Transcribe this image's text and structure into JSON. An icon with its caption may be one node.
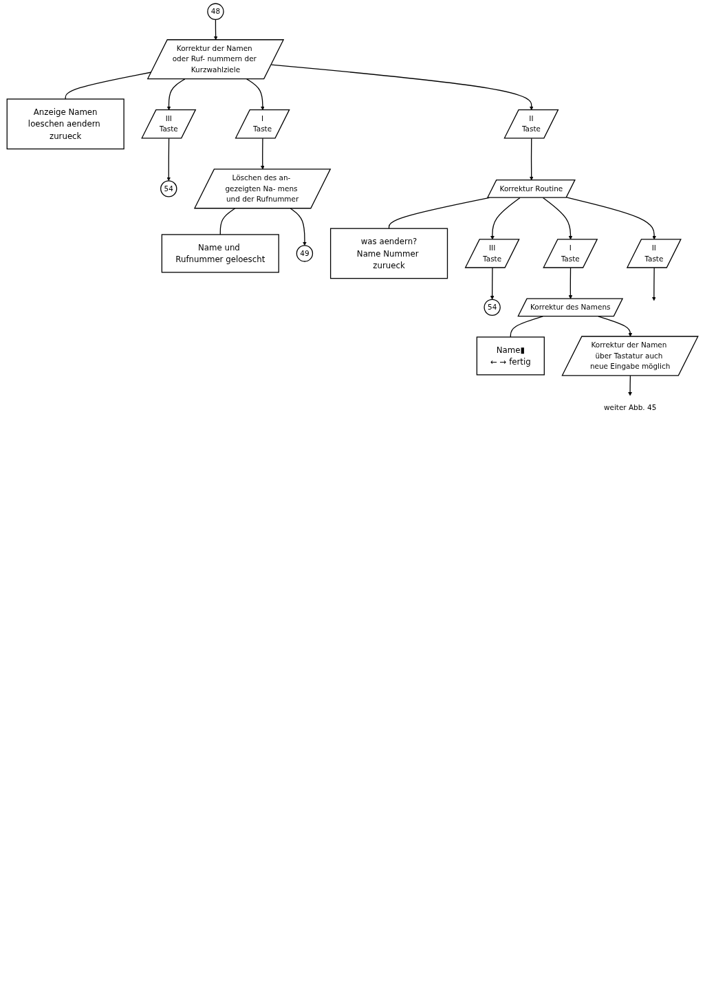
{
  "diagram": {
    "nodes": [
      {
        "text": [
          "48"
        ]
      },
      {
        "text": [
          "Korrektur der Namen oder Ruf- nummern der Kurzwahlziele"
        ]
      },
      {
        "text": [
          "Anzeige Namen",
          "loeschen aendern zurueck"
        ]
      },
      {
        "text": [
          "I",
          "Taste"
        ]
      },
      {
        "text": [
          "II",
          "Taste"
        ]
      },
      {
        "text": [
          "III",
          "Taste"
        ]
      },
      {
        "text": [
          "54"
        ]
      },
      {
        "text": [
          "Löschen des an- gezeigten Na- mens und der Rufnummer"
        ]
      },
      {
        "text": [
          "Name und Rufnummer geloescht"
        ]
      },
      {
        "text": [
          "49"
        ]
      },
      {
        "text": [
          "Korrektur Routine"
        ]
      },
      {
        "text": [
          "was aendern?",
          "Name Nummer zurueck"
        ]
      },
      {
        "text": [
          "I",
          "Taste"
        ]
      },
      {
        "text": [
          "II",
          "Taste"
        ]
      },
      {
        "text": [
          "III",
          "Taste"
        ]
      },
      {
        "text": [
          "54"
        ]
      },
      {
        "text": [
          "Korrektur des Namens"
        ]
      },
      {
        "text": [
          "Name▮",
          "← → fertig"
        ]
      },
      {
        "text": [
          "Korrektur der Namen über Tastatur auch neue Eingabe möglich"
        ]
      },
      {
        "text": [
          "weiter Abb. 45"
        ]
      }
    ],
    "edges": [
      {
        "from": 0,
        "to": 1,
        "arrow": "to"
      },
      {
        "from": 1,
        "to": 2,
        "arrow": "none"
      },
      {
        "from": 1,
        "to": 3,
        "arrow": "to"
      },
      {
        "from": 1,
        "to": 4,
        "arrow": "to"
      },
      {
        "from": 1,
        "to": 5,
        "arrow": "to"
      },
      {
        "from": 3,
        "to": 7,
        "arrow": "to"
      },
      {
        "from": 5,
        "to": 6,
        "arrow": "to"
      },
      {
        "from": 7,
        "to": 8,
        "arrow": "none"
      },
      {
        "from": 7,
        "to": 9,
        "arrow": "to"
      },
      {
        "from": 4,
        "to": 10,
        "arrow": "to"
      },
      {
        "from": 10,
        "to": 11,
        "arrow": "none"
      },
      {
        "from": 10,
        "to": 12,
        "arrow": "to"
      },
      {
        "from": 10,
        "to": 13,
        "arrow": "to"
      },
      {
        "from": 10,
        "to": 14,
        "arrow": "to"
      },
      {
        "from": 14,
        "to": 15,
        "arrow": "to"
      },
      {
        "from": 12,
        "to": 16,
        "arrow": "to"
      },
      {
        "from": 16,
        "to": 17,
        "arrow": "none"
      },
      {
        "from": 16,
        "to": 18,
        "arrow": "to"
      },
      {
        "from": 18,
        "to": 19,
        "arrow": "to"
      },
      {
        "from": 13,
        "to": null,
        "arrow": "to"
      }
    ]
  }
}
